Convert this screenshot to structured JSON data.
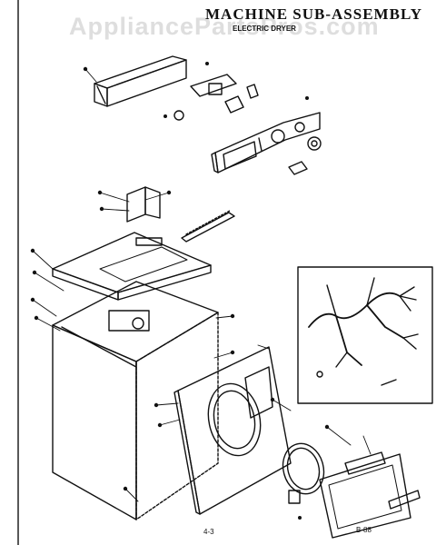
{
  "watermark": "AppliancePartsPros.com",
  "title": "MACHINE SUB-ASSEMBLY",
  "subtitle": "ELECTRIC DRYER",
  "page_number": "4-3",
  "page_code": "B-88"
}
